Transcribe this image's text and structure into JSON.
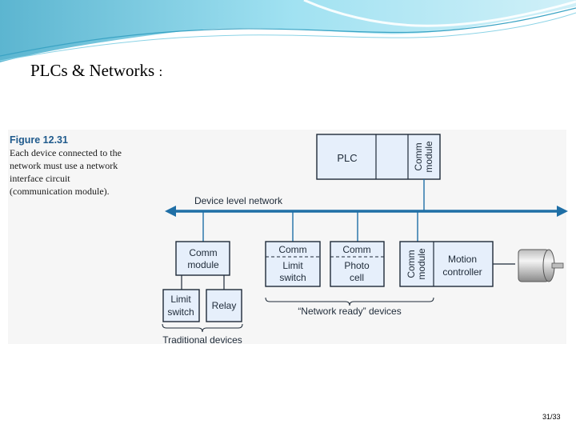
{
  "slide": {
    "title": "PLCs & Networks",
    "title_suffix": ":",
    "page_number": "31/33"
  },
  "caption": {
    "title": "Figure 12.31",
    "text": "Each device connected to the network must use a network interface circuit (communication module)."
  },
  "diagram": {
    "network_label": "Device level network",
    "plc": {
      "label": "PLC",
      "comm_module_label": "Comm module"
    },
    "traditional": {
      "comm_module_label": "Comm module",
      "devices": [
        "Limit switch",
        "Relay"
      ],
      "group_label": "Traditional devices"
    },
    "network_ready": {
      "devices": [
        {
          "comm_label": "Comm",
          "label": "Limit switch"
        },
        {
          "comm_label": "Comm",
          "label": "Photo cell"
        }
      ],
      "group_label": "“Network ready” devices"
    },
    "motion": {
      "comm_module_label": "Comm module",
      "label": "Motion controller"
    }
  },
  "colors": {
    "box_fill": "#e6effb",
    "box_stroke": "#1e2a38",
    "network_line": "#1f6fa6",
    "accent_blue": "#1f5a8c",
    "header_wave": "#7fd0e6"
  }
}
